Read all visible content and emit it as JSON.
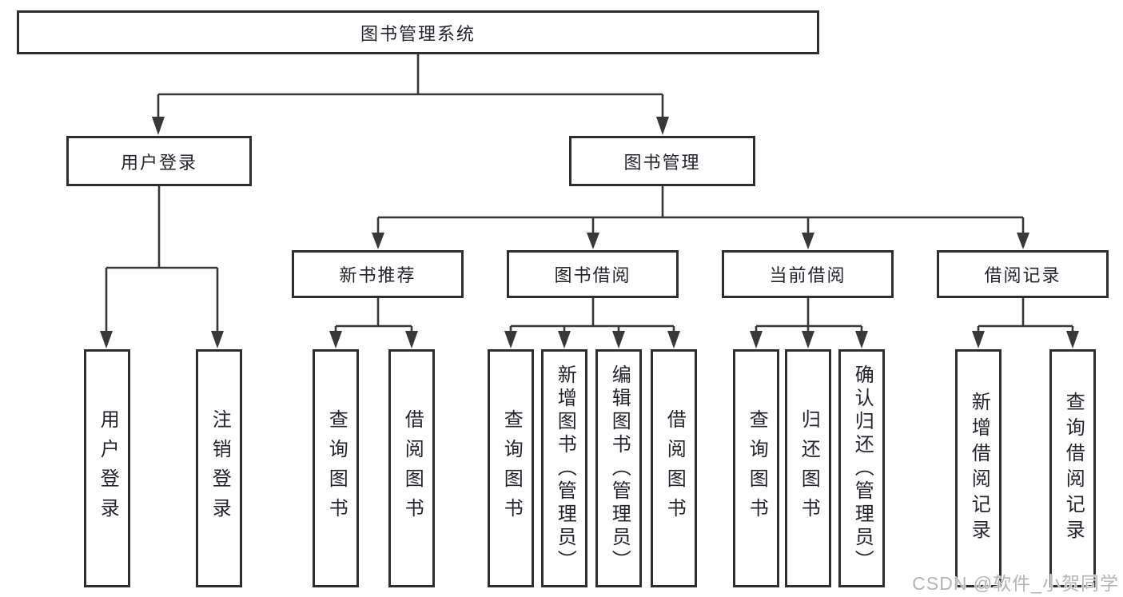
{
  "tree": {
    "root": "图书管理系统",
    "login": {
      "label": "用户登录",
      "children": [
        "用户登录",
        "注销登录"
      ]
    },
    "mgmt": {
      "label": "图书管理",
      "groups": [
        {
          "label": "新书推荐",
          "children": [
            "查询图书",
            "借阅图书"
          ]
        },
        {
          "label": "图书借阅",
          "children": [
            "查询图书",
            "新增图书（管理员）",
            "编辑图书（管理员）",
            "借阅图书"
          ]
        },
        {
          "label": "当前借阅",
          "children": [
            "查询图书",
            "归还图书",
            "确认归还（管理员）"
          ]
        },
        {
          "label": "借阅记录",
          "children": [
            "新增借阅记录",
            "查询借阅记录"
          ]
        }
      ]
    }
  },
  "colors": {
    "line": "#383838",
    "border": "#2e2e2e",
    "watermark": "#b5b5b5"
  },
  "watermark": "CSDN @软件_小贺同学"
}
